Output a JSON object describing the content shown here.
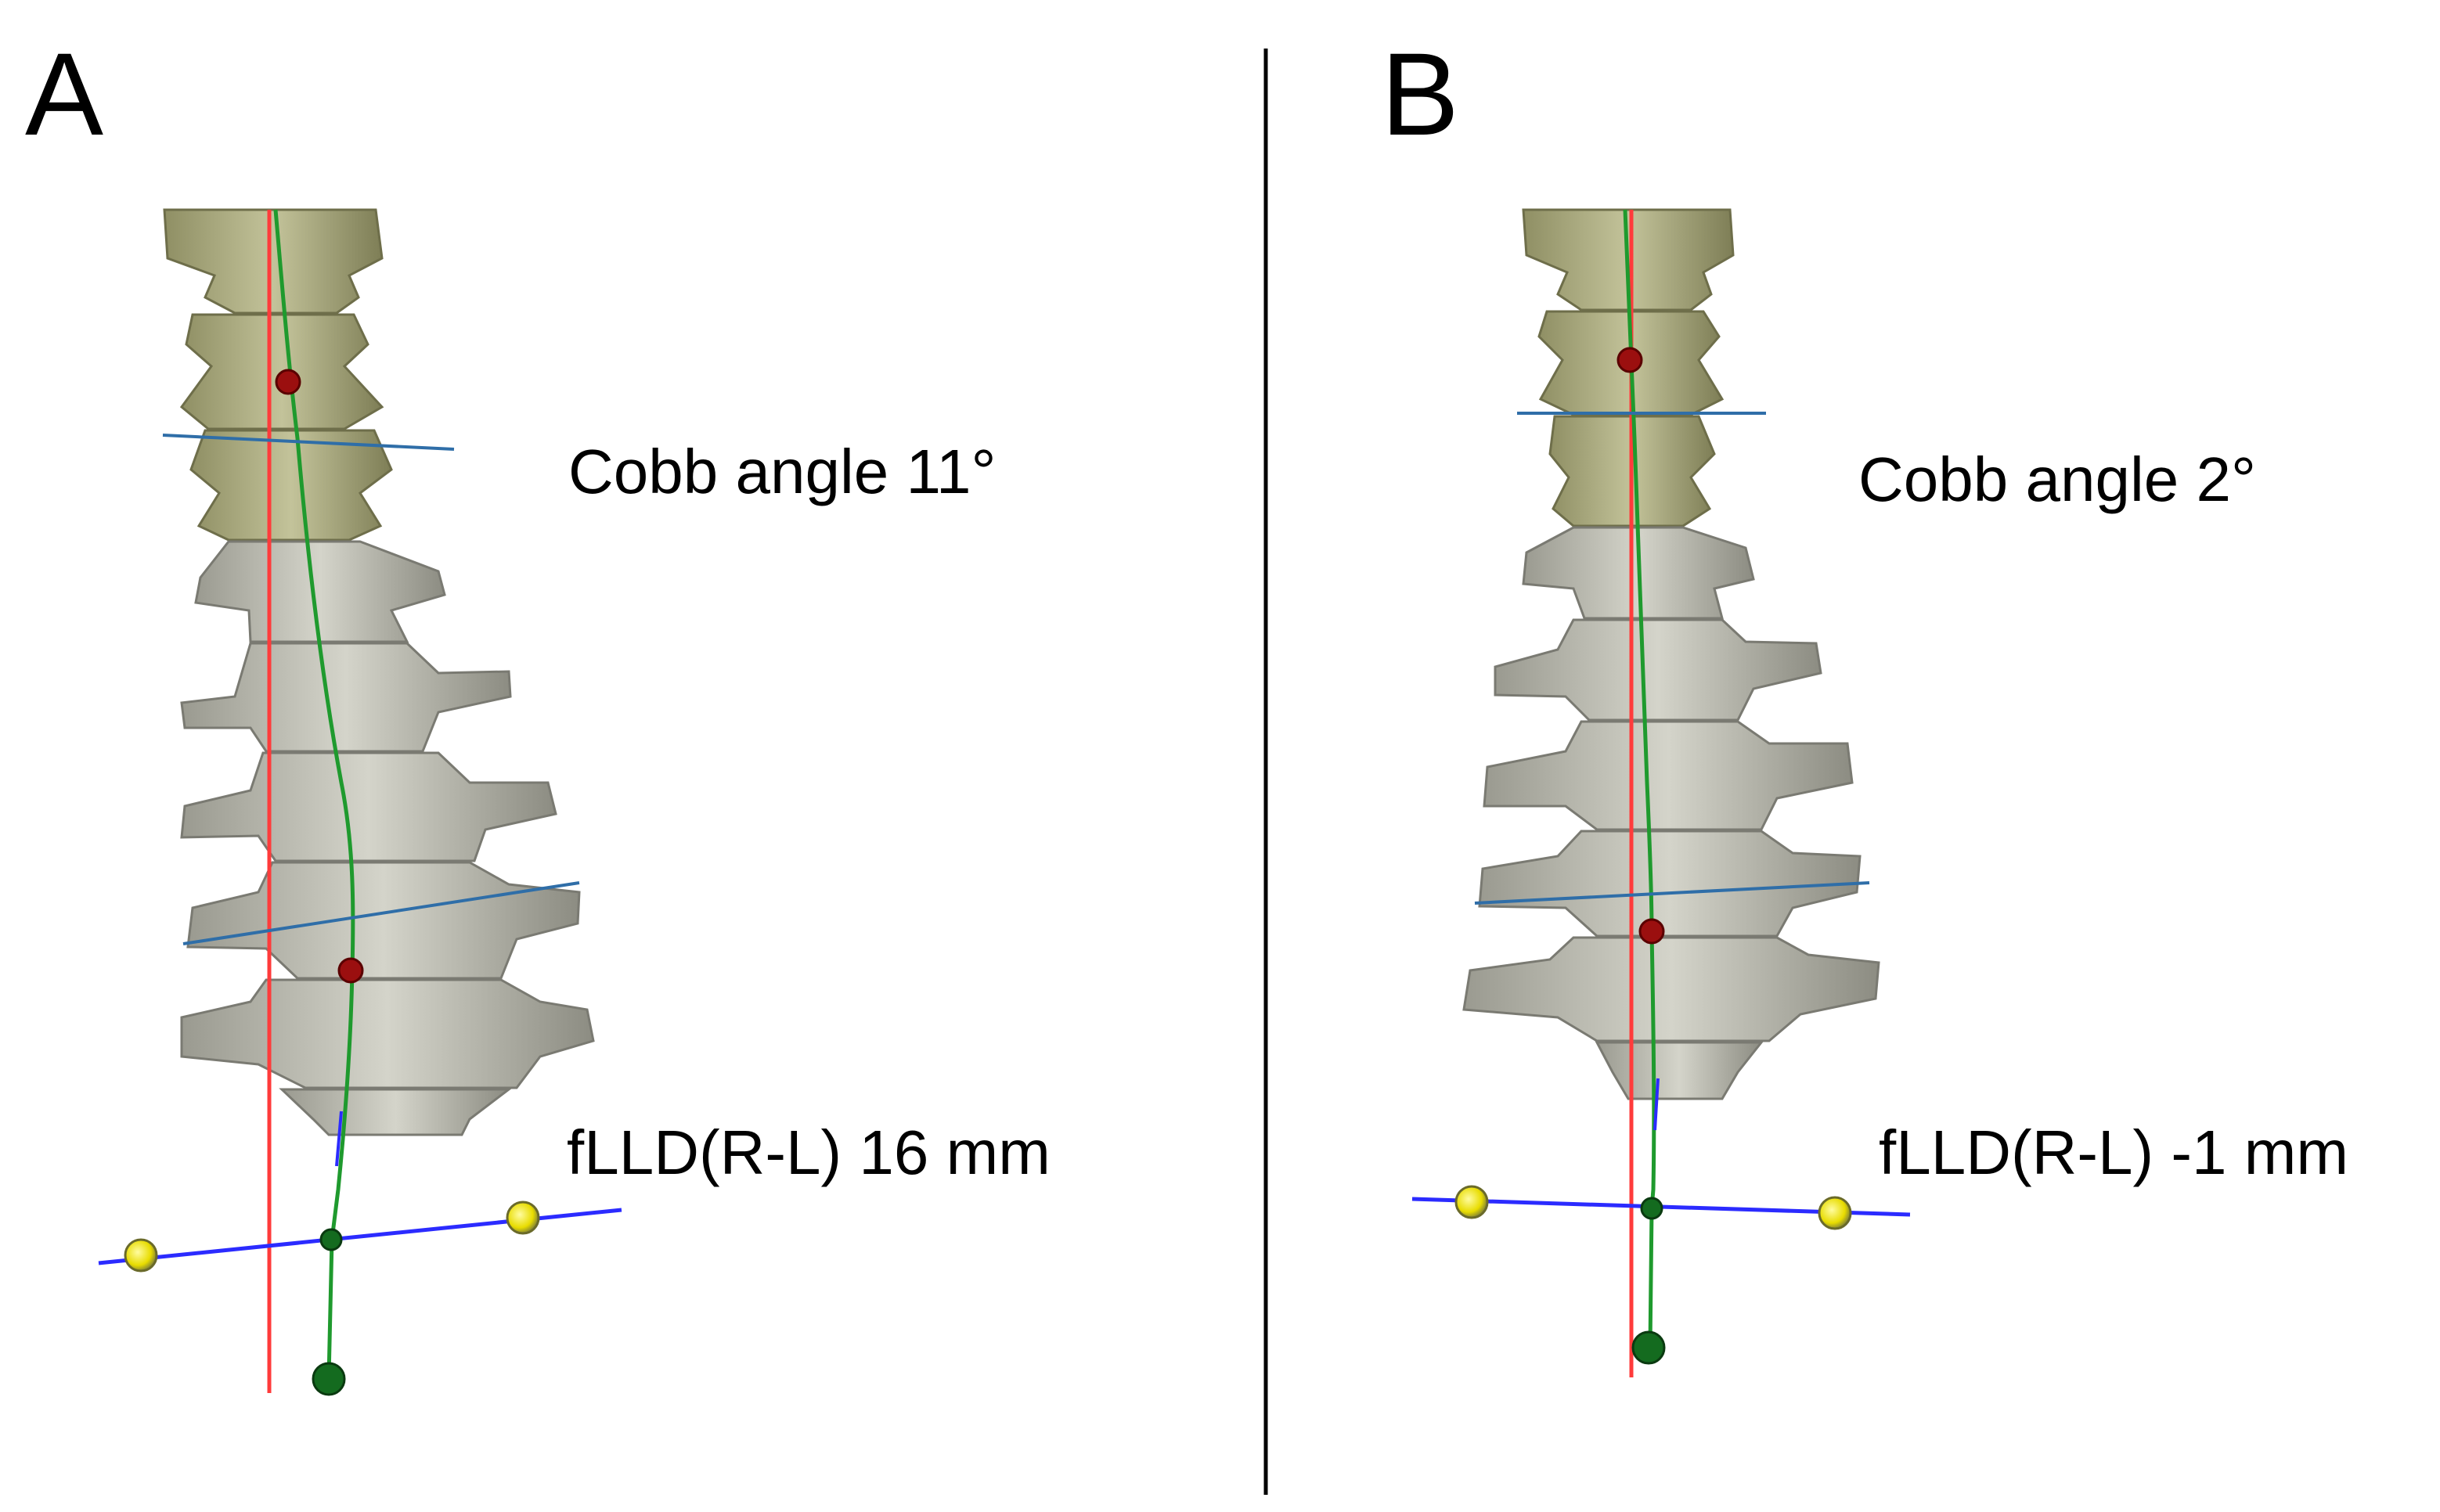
{
  "panels": [
    {
      "letter": "A",
      "cobb_label": "Cobb angle 11°",
      "flld_label": "fLLD(R-L) 16 mm"
    },
    {
      "letter": "B",
      "cobb_label": "Cobb angle 2°",
      "flld_label": "fLLD(R-L) -1 mm"
    }
  ],
  "colors": {
    "background": "#ffffff",
    "divider": "#000000",
    "vertical_reference": "#ff3b3b",
    "spine_curve": "#1f9a2e",
    "cobb_endplate_lines": "#2f6ea8",
    "pelvic_line": "#2b2bff",
    "landmark_red": "#9b0f0f",
    "landmark_green": "#146b1f",
    "landmark_yellow": "#f2e600",
    "vertebra_lumbar": "#b8b889",
    "vertebra_thoracic": "#c9c9be"
  }
}
